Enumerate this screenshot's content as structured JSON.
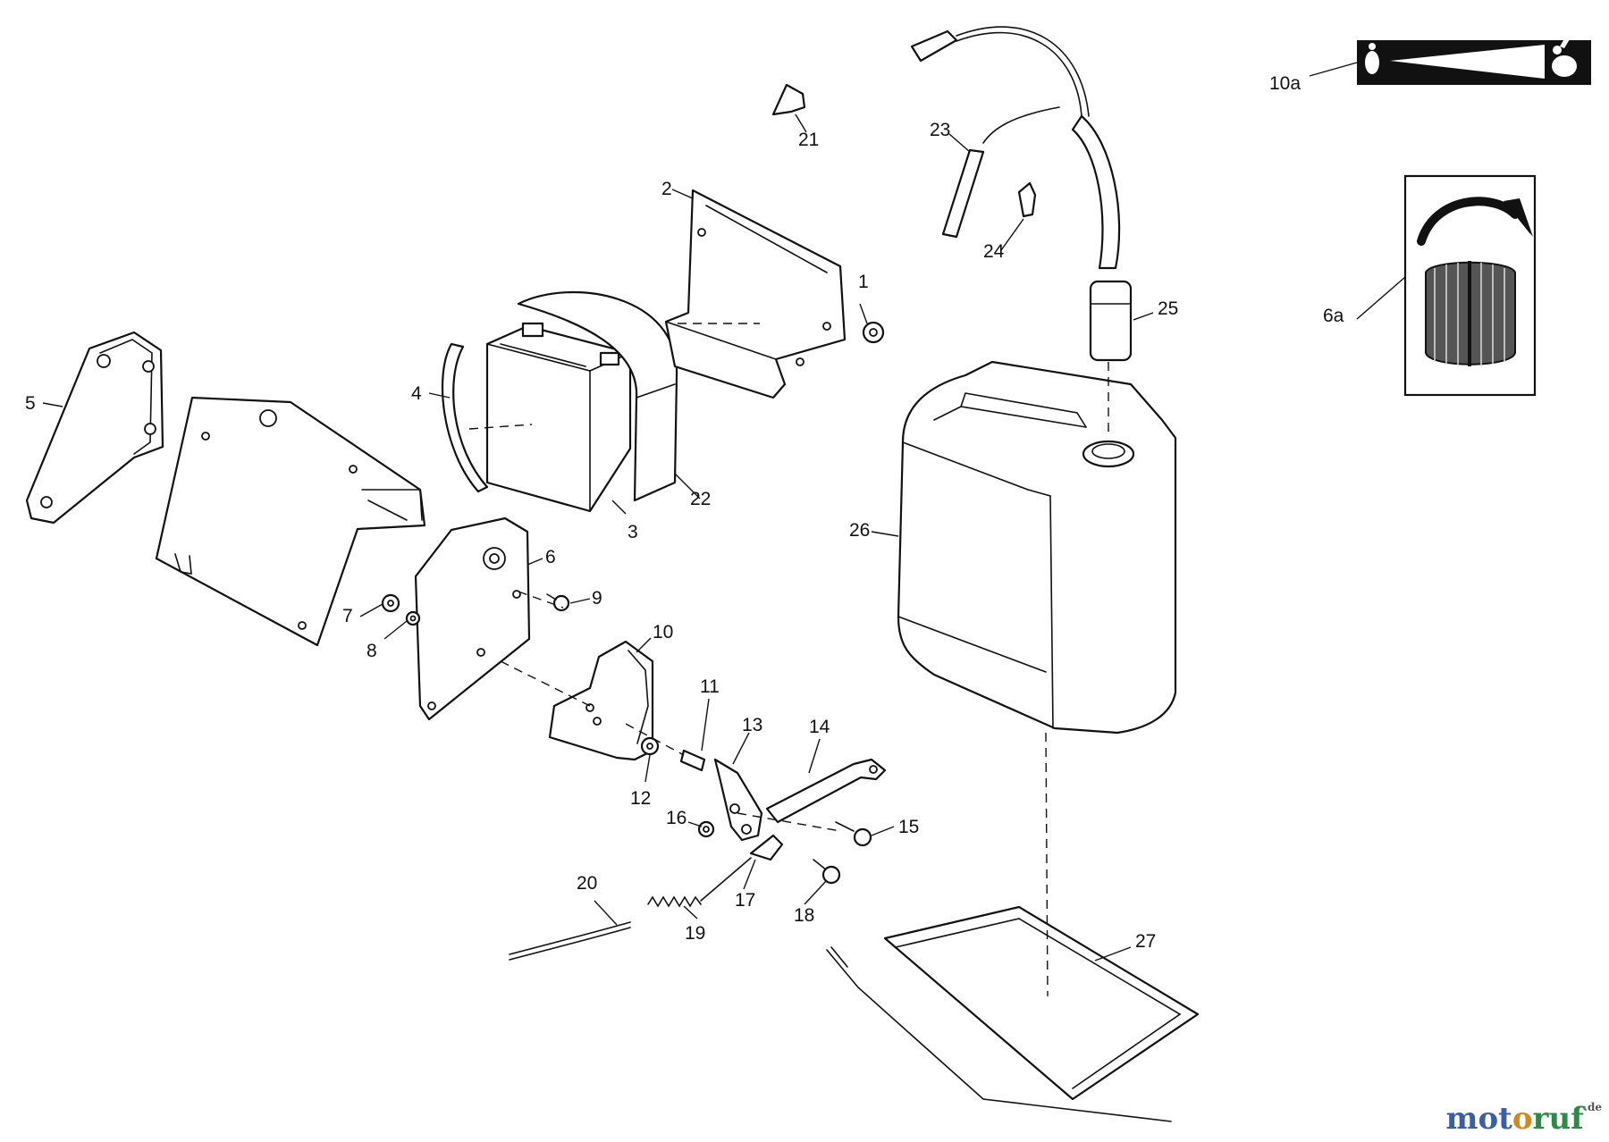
{
  "callouts": [
    "1",
    "2",
    "3",
    "4",
    "5",
    "6",
    "7",
    "8",
    "9",
    "10",
    "11",
    "12",
    "13",
    "14",
    "15",
    "16",
    "17",
    "18",
    "19",
    "20",
    "21",
    "22",
    "23",
    "24",
    "25",
    "26",
    "27",
    "10a",
    "6a"
  ],
  "watermark": {
    "part1": "mot",
    "part2": "o",
    "part3": "ruf",
    "suffix": ".de"
  },
  "colors": {
    "line": "#111111",
    "background": "#ffffff",
    "watermark_blue": "#3a5ea8",
    "watermark_orange": "#d0891e",
    "watermark_green": "#2e8b45"
  }
}
